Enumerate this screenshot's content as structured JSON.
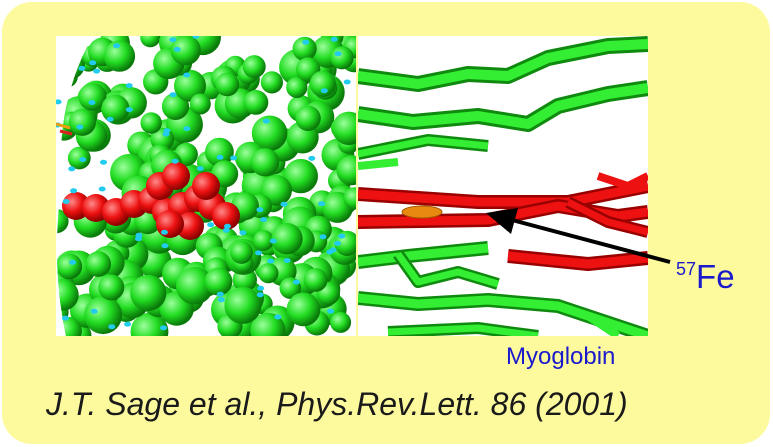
{
  "figure": {
    "left_panel": {
      "name": "myoglobin-space-filling-model"
    },
    "right_panel": {
      "name": "heme-ribbon-closeup"
    },
    "iron_label": {
      "mass_number": "57",
      "element": "Fe"
    },
    "protein_label": "Myoglobin",
    "citation": "J.T. Sage et al., Phys.Rev.Lett. 86 (2001)"
  },
  "colors": {
    "panel_background": "#fdfa9e",
    "protein_green": "#22dd22",
    "heme_red": "#ee1111",
    "water_cyan": "#22ccee",
    "iron_orange": "#e88a10",
    "label_blue": "#1a1acc"
  }
}
